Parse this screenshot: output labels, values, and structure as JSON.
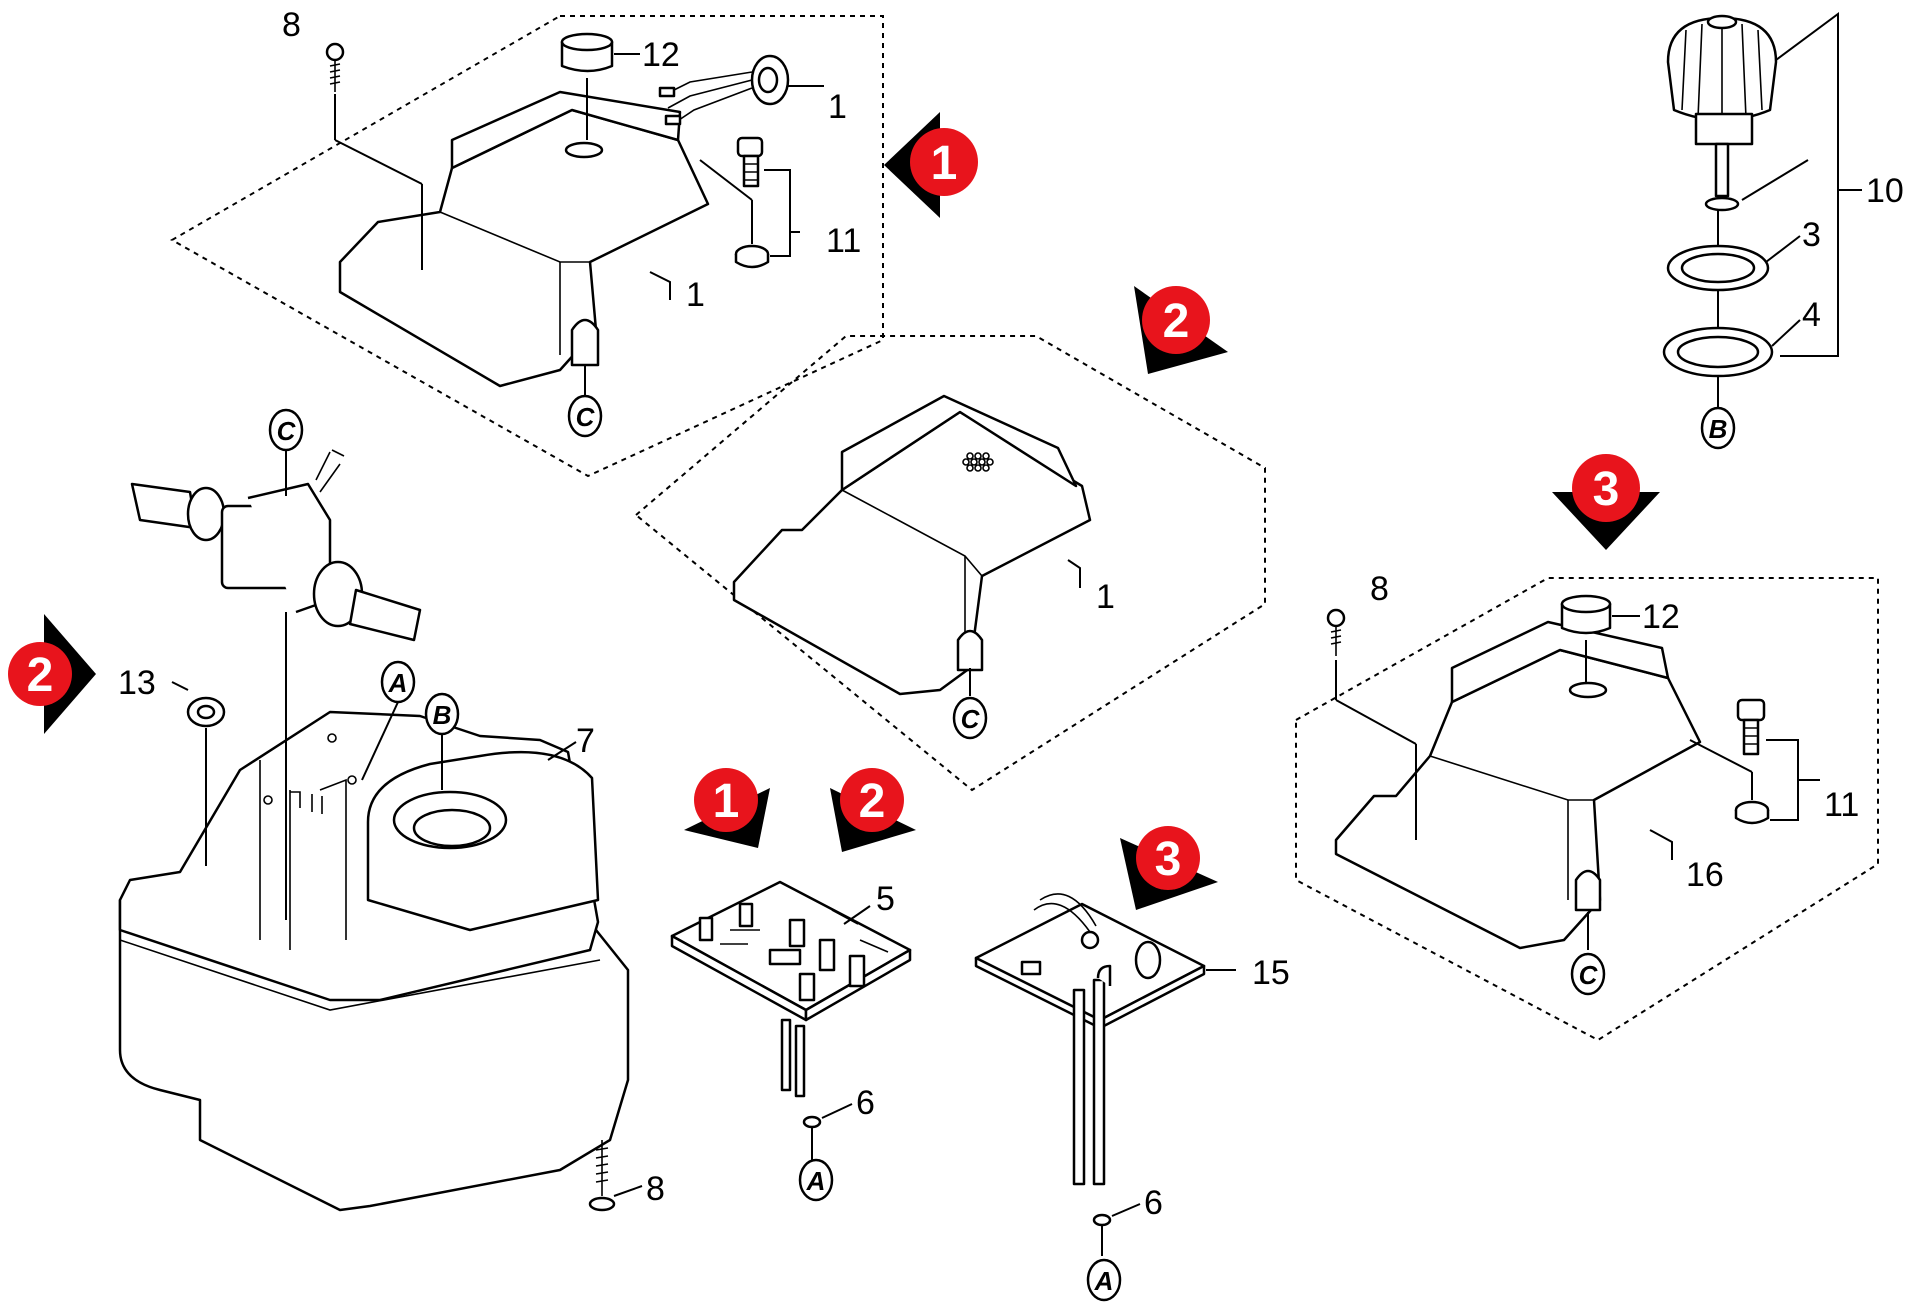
{
  "colors": {
    "badge_fill": "#e8141c",
    "arrow_fill": "#000000",
    "line": "#000000"
  },
  "badges": {
    "b1": "1",
    "b2": "2",
    "b3": "3"
  },
  "callouts": {
    "n1": "1",
    "n3": "3",
    "n4": "4",
    "n5": "5",
    "n6": "6",
    "n7": "7",
    "n8": "8",
    "n10": "10",
    "n11": "11",
    "n12": "12",
    "n13": "13",
    "n15": "15",
    "n16": "16"
  },
  "refs": {
    "A": "A",
    "B": "B",
    "C": "C"
  }
}
